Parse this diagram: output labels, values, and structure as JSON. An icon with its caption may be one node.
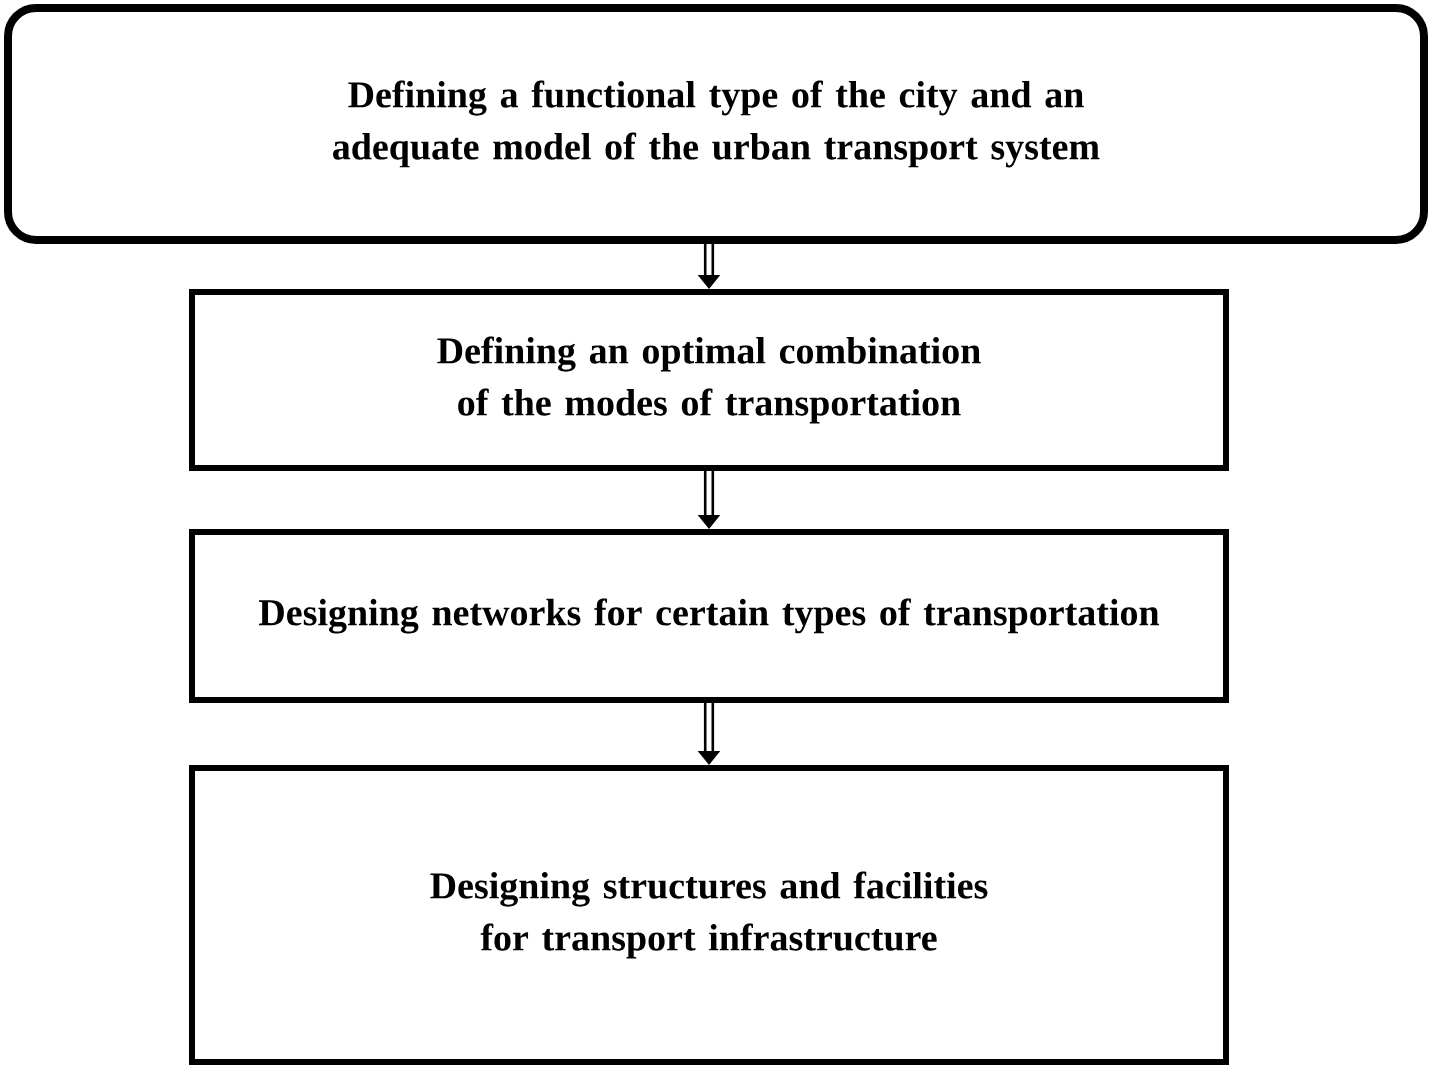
{
  "diagram": {
    "nodes": [
      {
        "text": [
          "Defining a functional type of the city and an adequate model of the urban transport system"
        ]
      },
      {
        "text": [
          "Defining an optimal combination of the modes of transportation"
        ]
      },
      {
        "text": [
          "Designing networks for certain types of transportation"
        ]
      },
      {
        "text": [
          "Designing structures and facilities for transport infrastructure"
        ]
      }
    ],
    "edges": [
      {
        "from": 0,
        "to": 1,
        "arrow": "to"
      },
      {
        "from": 1,
        "to": 2,
        "arrow": "to"
      },
      {
        "from": 2,
        "to": 3,
        "arrow": "to"
      }
    ]
  }
}
